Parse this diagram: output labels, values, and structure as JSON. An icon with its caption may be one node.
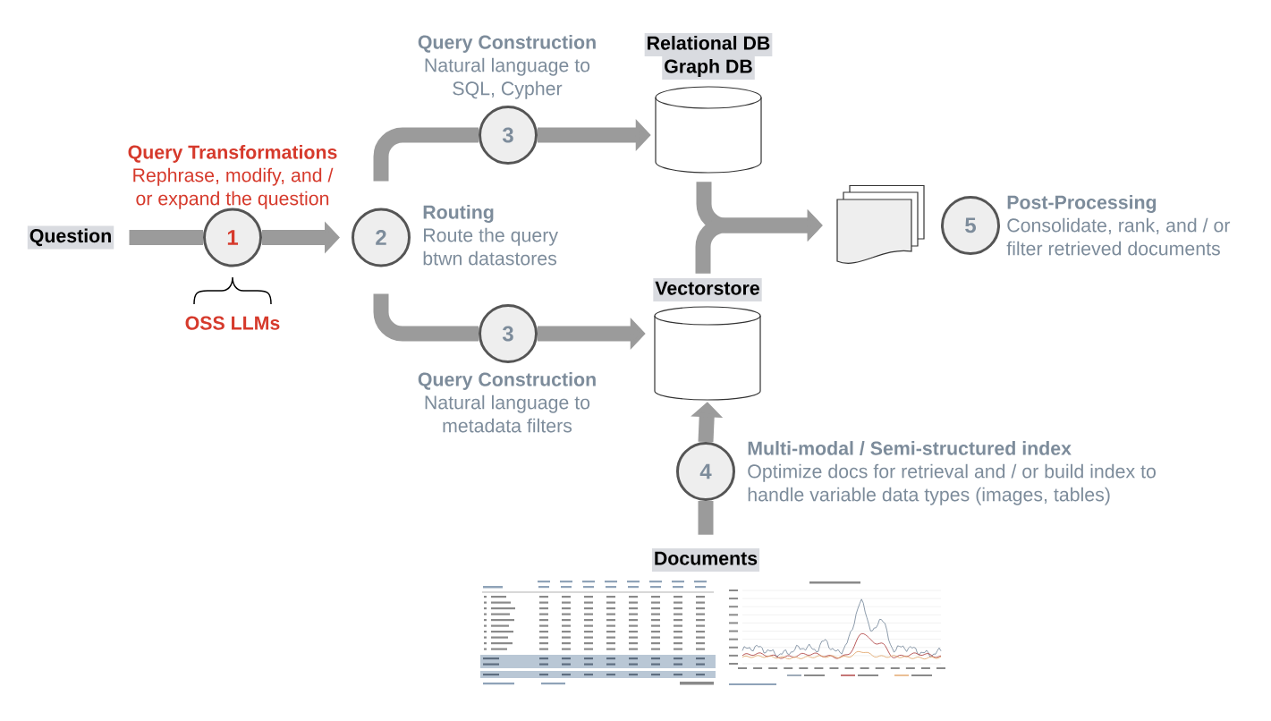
{
  "diagram": {
    "nodes": [
      {
        "text": [
          "Question"
        ]
      },
      {
        "text": [
          "1"
        ],
        "beside": [
          "Query Transformations",
          "Rephrase, modify, and / or expand the question"
        ]
      },
      {
        "text": [
          "2"
        ],
        "beside": [
          "Routing",
          "Route the query btwn datastores"
        ]
      },
      {
        "text": [
          "3"
        ],
        "beside": [
          "Query Construction",
          "Natural language to SQL, Cypher"
        ]
      },
      {
        "text": [
          "3"
        ],
        "beside": [
          "Query Construction",
          "Natural language to metadata filters"
        ]
      },
      {
        "text": [
          "Relational DB",
          "Graph DB"
        ]
      },
      {
        "text": [
          "Vectorstore"
        ]
      },
      {
        "text": [],
        "shape": "document"
      },
      {
        "text": [
          "5"
        ],
        "beside": [
          "Post-Processing",
          "Consolidate, rank, and / or filter retrieved documents"
        ]
      },
      {
        "text": [
          "4"
        ],
        "beside": [
          "Multi-modal / Semi-structured index",
          "Optimize docs for retrieval and / or build index to handle variable data types (images, tables)"
        ]
      },
      {
        "text": [
          "Documents"
        ]
      }
    ],
    "edges": [
      {
        "from": 0,
        "to": 1,
        "arrow": "none"
      },
      {
        "from": 1,
        "to": 2,
        "arrow": "to"
      },
      {
        "from": 2,
        "to": 3,
        "arrow": "none"
      },
      {
        "from": 3,
        "to": 5,
        "arrow": "to"
      },
      {
        "from": 2,
        "to": 4,
        "arrow": "none"
      },
      {
        "from": 4,
        "to": 6,
        "arrow": "to"
      },
      {
        "from": 5,
        "to": 7,
        "arrow": "to"
      },
      {
        "from": 6,
        "to": 7,
        "arrow": "to"
      },
      {
        "from": 10,
        "to": 9,
        "arrow": "none"
      },
      {
        "from": 9,
        "to": 6,
        "arrow": "to"
      }
    ],
    "labels": [
      "OSS LLMs"
    ]
  }
}
